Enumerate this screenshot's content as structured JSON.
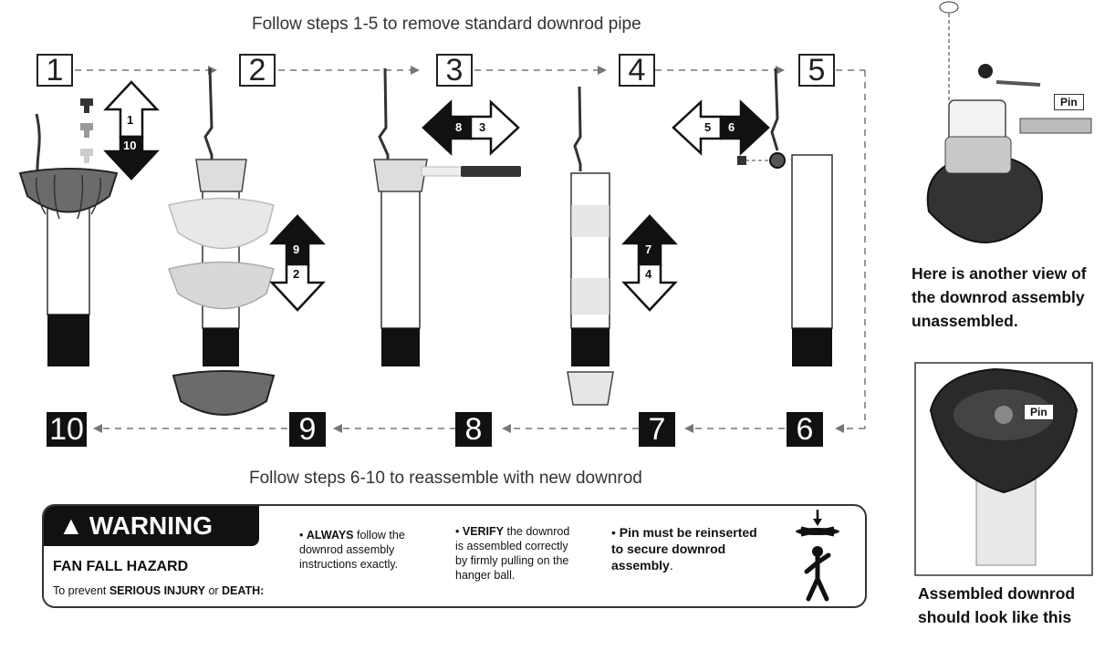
{
  "captions": {
    "top": "Follow steps 1-5 to remove standard downrod pipe",
    "bottom": "Follow steps 6-10 to reassemble with new downrod"
  },
  "steps_outline": [
    "1",
    "2",
    "3",
    "4",
    "5"
  ],
  "steps_solid": [
    "6",
    "7",
    "8",
    "9",
    "10"
  ],
  "arrow_labels": {
    "a1_top": "1",
    "a1_bottom": "10",
    "a2_top": "9",
    "a2_bottom": "2",
    "a3_left": "8",
    "a3_right": "3",
    "a4_top": "7",
    "a4_bottom": "4",
    "a5_left": "5",
    "a5_right": "6"
  },
  "warning": {
    "title": "WARNING",
    "subtitle": "FAN FALL HAZARD",
    "prevent_prefix": "To prevent ",
    "prevent_injury": "SERIOUS INJURY",
    "prevent_or": " or ",
    "prevent_death": "DEATH:",
    "bullet1_bold": "ALWAYS",
    "bullet1_rest": " follow the\ndownrod assembly\ninstructions exactly.",
    "bullet2_bold": "VERIFY",
    "bullet2_rest": " the downrod\nis assembled correctly\nby firmly pulling on the\nhanger ball.",
    "bullet3_bold": "Pin must be reinserted\nto secure downrod\nassembly",
    "bullet3_rest": "."
  },
  "side": {
    "pin_label": "Pin",
    "caption1": "Here is another view of\nthe downrod assembly\nunassembled.",
    "caption2": "Assembled downrod\nshould look like this"
  },
  "colors": {
    "canopy": "#6b6b6b",
    "dark": "#111111",
    "ghost": "#d8d8d8"
  }
}
